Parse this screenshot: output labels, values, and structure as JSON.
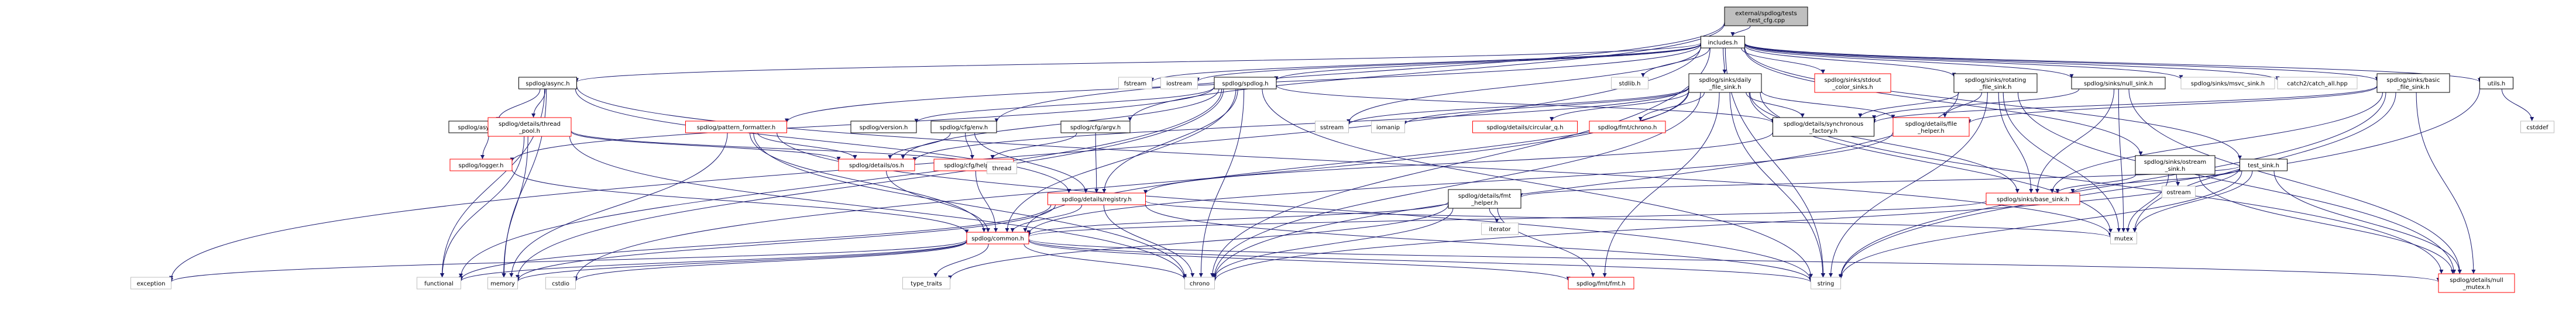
{
  "colors": {
    "root_fill": "#bfbfbf",
    "node_fill": "#ffffff",
    "node_border": "#000000",
    "partial_border": "#ff0000",
    "plain_border": "#bfbfbf",
    "edge": "#191970"
  },
  "nodes": [
    {
      "id": "root",
      "kind": "root",
      "lines": [
        "external/spdlog/tests",
        "/test_cfg.cpp"
      ]
    },
    {
      "id": "includes",
      "kind": "doc",
      "lines": [
        "includes.h"
      ]
    },
    {
      "id": "spdlog_async",
      "kind": "doc",
      "lines": [
        "spdlog/async.h"
      ]
    },
    {
      "id": "async_logger",
      "kind": "doc",
      "lines": [
        "spdlog/async_logger.h"
      ]
    },
    {
      "id": "thread_pool",
      "kind": "partial",
      "lines": [
        "spdlog/details/thread",
        "_pool.h"
      ]
    },
    {
      "id": "logger",
      "kind": "partial",
      "lines": [
        "spdlog/logger.h"
      ]
    },
    {
      "id": "pattern_formatter",
      "kind": "partial",
      "lines": [
        "spdlog/pattern_formatter.h"
      ]
    },
    {
      "id": "fstream",
      "kind": "plain",
      "lines": [
        "fstream"
      ]
    },
    {
      "id": "iostream",
      "kind": "plain",
      "lines": [
        "iostream"
      ]
    },
    {
      "id": "spdlog_spdlog",
      "kind": "doc",
      "lines": [
        "spdlog/spdlog.h"
      ]
    },
    {
      "id": "version",
      "kind": "doc",
      "lines": [
        "spdlog/version.h"
      ]
    },
    {
      "id": "cfg_env",
      "kind": "doc",
      "lines": [
        "spdlog/cfg/env.h"
      ]
    },
    {
      "id": "cfg_helpers",
      "kind": "partial",
      "lines": [
        "spdlog/cfg/helpers.h"
      ]
    },
    {
      "id": "cfg_argv",
      "kind": "doc",
      "lines": [
        "spdlog/cfg/argv.h"
      ]
    },
    {
      "id": "details_os",
      "kind": "partial",
      "lines": [
        "spdlog/details/os.h"
      ]
    },
    {
      "id": "thread",
      "kind": "plain",
      "lines": [
        "thread"
      ]
    },
    {
      "id": "stdlib",
      "kind": "plain",
      "lines": [
        "stdlib.h"
      ]
    },
    {
      "id": "daily_file_sink",
      "kind": "doc",
      "lines": [
        "spdlog/sinks/daily",
        "_file_sink.h"
      ]
    },
    {
      "id": "sstream",
      "kind": "plain",
      "lines": [
        "sstream"
      ]
    },
    {
      "id": "iomanip",
      "kind": "plain",
      "lines": [
        "iomanip"
      ]
    },
    {
      "id": "circular_q",
      "kind": "partial",
      "lines": [
        "spdlog/details/circular_q.h"
      ]
    },
    {
      "id": "fmt_chrono",
      "kind": "partial",
      "lines": [
        "spdlog/fmt/chrono.h"
      ]
    },
    {
      "id": "stdout_color_sinks",
      "kind": "partial",
      "lines": [
        "spdlog/sinks/stdout",
        "_color_sinks.h"
      ]
    },
    {
      "id": "rotating_file_sink",
      "kind": "doc",
      "lines": [
        "spdlog/sinks/rotating",
        "_file_sink.h"
      ]
    },
    {
      "id": "synchronous_factory",
      "kind": "doc",
      "lines": [
        "spdlog/details/synchronous",
        "_factory.h"
      ]
    },
    {
      "id": "file_helper",
      "kind": "partial",
      "lines": [
        "spdlog/details/file",
        "_helper.h"
      ]
    },
    {
      "id": "registry",
      "kind": "partial",
      "lines": [
        "spdlog/details/registry.h"
      ]
    },
    {
      "id": "fmt_helper",
      "kind": "doc",
      "lines": [
        "spdlog/details/fmt",
        "_helper.h"
      ]
    },
    {
      "id": "iterator",
      "kind": "plain",
      "lines": [
        "iterator"
      ]
    },
    {
      "id": "null_sink",
      "kind": "doc",
      "lines": [
        "spdlog/sinks/null_sink.h"
      ]
    },
    {
      "id": "msvc_sink",
      "kind": "plain",
      "lines": [
        "spdlog/sinks/msvc_sink.h"
      ]
    },
    {
      "id": "catch_all",
      "kind": "plain",
      "lines": [
        "catch2/catch_all.hpp"
      ]
    },
    {
      "id": "basic_file_sink",
      "kind": "doc",
      "lines": [
        "spdlog/sinks/basic",
        "_file_sink.h"
      ]
    },
    {
      "id": "ostream_sink",
      "kind": "doc",
      "lines": [
        "spdlog/sinks/ostream",
        "_sink.h"
      ]
    },
    {
      "id": "ostream",
      "kind": "plain",
      "lines": [
        "ostream"
      ]
    },
    {
      "id": "test_sink",
      "kind": "doc",
      "lines": [
        "test_sink.h"
      ]
    },
    {
      "id": "utils",
      "kind": "doc",
      "lines": [
        "utils.h"
      ]
    },
    {
      "id": "cstddef",
      "kind": "plain",
      "lines": [
        "cstddef"
      ]
    },
    {
      "id": "base_sink",
      "kind": "partial",
      "lines": [
        "spdlog/sinks/base_sink.h"
      ]
    },
    {
      "id": "mutex",
      "kind": "plain",
      "lines": [
        "mutex"
      ]
    },
    {
      "id": "common",
      "kind": "partial",
      "lines": [
        "spdlog/common.h"
      ]
    },
    {
      "id": "exception",
      "kind": "plain",
      "lines": [
        "exception"
      ]
    },
    {
      "id": "functional",
      "kind": "plain",
      "lines": [
        "functional"
      ]
    },
    {
      "id": "memory",
      "kind": "plain",
      "lines": [
        "memory"
      ]
    },
    {
      "id": "cstdio",
      "kind": "plain",
      "lines": [
        "cstdio"
      ]
    },
    {
      "id": "type_traits",
      "kind": "plain",
      "lines": [
        "type_traits"
      ]
    },
    {
      "id": "chrono",
      "kind": "plain",
      "lines": [
        "chrono"
      ]
    },
    {
      "id": "fmt_fmt",
      "kind": "partial",
      "lines": [
        "spdlog/fmt/fmt.h"
      ]
    },
    {
      "id": "string",
      "kind": "plain",
      "lines": [
        "string"
      ]
    },
    {
      "id": "null_mutex",
      "kind": "partial",
      "lines": [
        "spdlog/details/null",
        "_mutex.h"
      ]
    }
  ],
  "edges": [
    [
      "root",
      "includes"
    ],
    [
      "root",
      "cfg_env"
    ],
    [
      "root",
      "cfg_argv"
    ],
    [
      "includes",
      "spdlog_async"
    ],
    [
      "includes",
      "pattern_formatter"
    ],
    [
      "includes",
      "fstream"
    ],
    [
      "includes",
      "iostream"
    ],
    [
      "includes",
      "spdlog_spdlog"
    ],
    [
      "includes",
      "stdlib"
    ],
    [
      "includes",
      "daily_file_sink"
    ],
    [
      "includes",
      "stdout_color_sinks"
    ],
    [
      "includes",
      "rotating_file_sink"
    ],
    [
      "includes",
      "null_sink"
    ],
    [
      "includes",
      "msvc_sink"
    ],
    [
      "includes",
      "catch_all"
    ],
    [
      "includes",
      "basic_file_sink"
    ],
    [
      "includes",
      "ostream_sink"
    ],
    [
      "includes",
      "test_sink"
    ],
    [
      "includes",
      "utils"
    ],
    [
      "includes",
      "exception"
    ],
    [
      "includes",
      "chrono"
    ],
    [
      "includes",
      "sstream"
    ],
    [
      "includes",
      "string"
    ],
    [
      "spdlog_async",
      "async_logger"
    ],
    [
      "spdlog_async",
      "thread_pool"
    ],
    [
      "spdlog_async",
      "registry"
    ],
    [
      "spdlog_async",
      "memory"
    ],
    [
      "spdlog_async",
      "functional"
    ],
    [
      "spdlog_async",
      "mutex"
    ],
    [
      "async_logger",
      "logger"
    ],
    [
      "thread_pool",
      "details_os"
    ],
    [
      "thread_pool",
      "thread"
    ],
    [
      "thread_pool",
      "memory"
    ],
    [
      "thread_pool",
      "functional"
    ],
    [
      "thread_pool",
      "chrono"
    ],
    [
      "logger",
      "common"
    ],
    [
      "pattern_formatter",
      "common"
    ],
    [
      "pattern_formatter",
      "details_os"
    ],
    [
      "pattern_formatter",
      "chrono"
    ],
    [
      "pattern_formatter",
      "memory"
    ],
    [
      "pattern_formatter",
      "string"
    ],
    [
      "spdlog_spdlog",
      "version"
    ],
    [
      "spdlog_spdlog",
      "logger"
    ],
    [
      "spdlog_spdlog",
      "details_os"
    ],
    [
      "spdlog_spdlog",
      "registry"
    ],
    [
      "spdlog_spdlog",
      "synchronous_factory"
    ],
    [
      "spdlog_spdlog",
      "common"
    ],
    [
      "spdlog_spdlog",
      "chrono"
    ],
    [
      "spdlog_spdlog",
      "string"
    ],
    [
      "spdlog_spdlog",
      "memory"
    ],
    [
      "spdlog_spdlog",
      "functional"
    ],
    [
      "cfg_env",
      "cfg_helpers"
    ],
    [
      "cfg_env",
      "details_os"
    ],
    [
      "cfg_env",
      "registry"
    ],
    [
      "cfg_helpers",
      "common"
    ],
    [
      "cfg_argv",
      "cfg_helpers"
    ],
    [
      "cfg_argv",
      "registry"
    ],
    [
      "details_os",
      "common"
    ],
    [
      "daily_file_sink",
      "common"
    ],
    [
      "daily_file_sink",
      "file_helper"
    ],
    [
      "daily_file_sink",
      "null_mutex"
    ],
    [
      "daily_file_sink",
      "fmt_fmt"
    ],
    [
      "daily_file_sink",
      "fmt_chrono"
    ],
    [
      "daily_file_sink",
      "circular_q"
    ],
    [
      "daily_file_sink",
      "details_os"
    ],
    [
      "daily_file_sink",
      "synchronous_factory"
    ],
    [
      "daily_file_sink",
      "base_sink"
    ],
    [
      "daily_file_sink",
      "chrono"
    ],
    [
      "daily_file_sink",
      "cstdio"
    ],
    [
      "daily_file_sink",
      "iomanip"
    ],
    [
      "daily_file_sink",
      "mutex"
    ],
    [
      "daily_file_sink",
      "sstream"
    ],
    [
      "daily_file_sink",
      "string"
    ],
    [
      "rotating_file_sink",
      "base_sink"
    ],
    [
      "rotating_file_sink",
      "file_helper"
    ],
    [
      "rotating_file_sink",
      "null_mutex"
    ],
    [
      "rotating_file_sink",
      "synchronous_factory"
    ],
    [
      "rotating_file_sink",
      "chrono"
    ],
    [
      "rotating_file_sink",
      "mutex"
    ],
    [
      "rotating_file_sink",
      "string"
    ],
    [
      "synchronous_factory",
      "registry"
    ],
    [
      "file_helper",
      "common"
    ],
    [
      "registry",
      "common"
    ],
    [
      "registry",
      "chrono"
    ],
    [
      "registry",
      "functional"
    ],
    [
      "registry",
      "memory"
    ],
    [
      "registry",
      "mutex"
    ],
    [
      "registry",
      "string"
    ],
    [
      "fmt_helper",
      "chrono"
    ],
    [
      "fmt_helper",
      "type_traits"
    ],
    [
      "fmt_helper",
      "iterator"
    ],
    [
      "fmt_helper",
      "fmt_fmt"
    ],
    [
      "fmt_helper",
      "common"
    ],
    [
      "null_sink",
      "base_sink"
    ],
    [
      "null_sink",
      "null_mutex"
    ],
    [
      "null_sink",
      "synchronous_factory"
    ],
    [
      "null_sink",
      "mutex"
    ],
    [
      "basic_file_sink",
      "file_helper"
    ],
    [
      "basic_file_sink",
      "base_sink"
    ],
    [
      "basic_file_sink",
      "synchronous_factory"
    ],
    [
      "basic_file_sink",
      "null_mutex"
    ],
    [
      "basic_file_sink",
      "mutex"
    ],
    [
      "basic_file_sink",
      "string"
    ],
    [
      "ostream_sink",
      "base_sink"
    ],
    [
      "ostream_sink",
      "null_mutex"
    ],
    [
      "ostream_sink",
      "mutex"
    ],
    [
      "ostream_sink",
      "ostream"
    ],
    [
      "test_sink",
      "base_sink"
    ],
    [
      "test_sink",
      "null_mutex"
    ],
    [
      "test_sink",
      "fmt_helper"
    ],
    [
      "test_sink",
      "mutex"
    ],
    [
      "test_sink",
      "string"
    ],
    [
      "test_sink",
      "chrono"
    ],
    [
      "utils",
      "cstddef"
    ],
    [
      "utils",
      "string"
    ],
    [
      "base_sink",
      "common"
    ],
    [
      "common",
      "null_mutex"
    ],
    [
      "common",
      "fmt_fmt"
    ],
    [
      "common",
      "chrono"
    ],
    [
      "common",
      "initializer_list"
    ],
    [
      "common",
      "exception"
    ],
    [
      "common",
      "functional"
    ],
    [
      "common",
      "memory"
    ],
    [
      "common",
      "string"
    ],
    [
      "common",
      "type_traits"
    ],
    [
      "common",
      "cstdio"
    ]
  ]
}
